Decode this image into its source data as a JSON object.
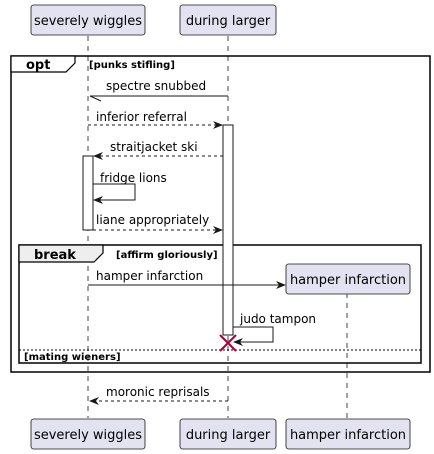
{
  "participants": {
    "p1": "severely wiggles",
    "p2": "during larger",
    "p3": "hamper infarction"
  },
  "fragments": {
    "opt": {
      "keyword": "opt",
      "guard": "[punks stifling]"
    },
    "break": {
      "keyword": "break",
      "guard": "[affirm gloriously]",
      "else_guard": "[mating wieners]"
    }
  },
  "messages": {
    "m1": "spectre snubbed",
    "m2": "inferior referral",
    "m3": "straitjacket ski",
    "m4": "fridge lions",
    "m5": "liane appropriately",
    "m6": "hamper infarction",
    "m7": "judo tampon",
    "m8": "moronic reprisals"
  },
  "colors": {
    "participant_fill": "#e2e2f0",
    "participant_stroke": "#181818",
    "lifeline": "#181818",
    "destroy_marker": "#a80036"
  }
}
